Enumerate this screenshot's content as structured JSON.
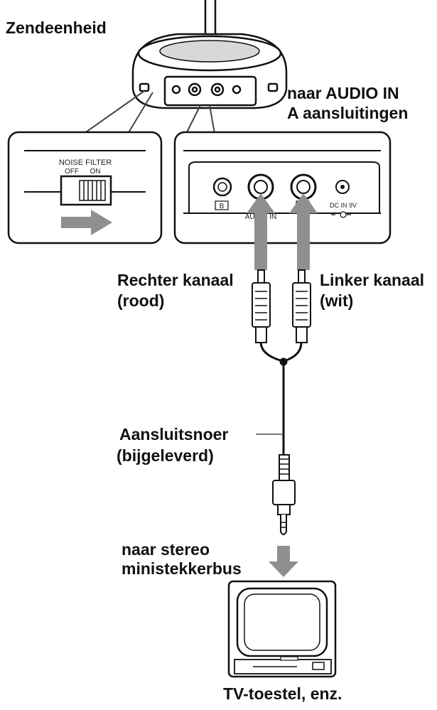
{
  "labels": {
    "transmitter": "Zendeenheid",
    "to_audio_in_line1": "naar AUDIO IN",
    "to_audio_in_line2": "A aansluitingen",
    "right_channel_line1": "Rechter kanaal",
    "right_channel_line2": "(rood)",
    "left_channel_line1": "Linker kanaal",
    "left_channel_line2": "(wit)",
    "cord_line1": "Aansluitsnoer",
    "cord_line2": "(bijgeleverd)",
    "stereo_jack_line1": "naar stereo",
    "stereo_jack_line2": "ministekkerbus",
    "tv": "TV-toestel, enz."
  },
  "switch_panel": {
    "title": "NOISE FILTER",
    "off": "OFF",
    "on": "ON"
  },
  "jack_panel": {
    "b_label": "B",
    "a_label": "A",
    "audio_in": "AUDIO IN",
    "dc_in": "DC IN 9V"
  },
  "colors": {
    "arrow": "#8f8f8f",
    "line": "#111111"
  }
}
